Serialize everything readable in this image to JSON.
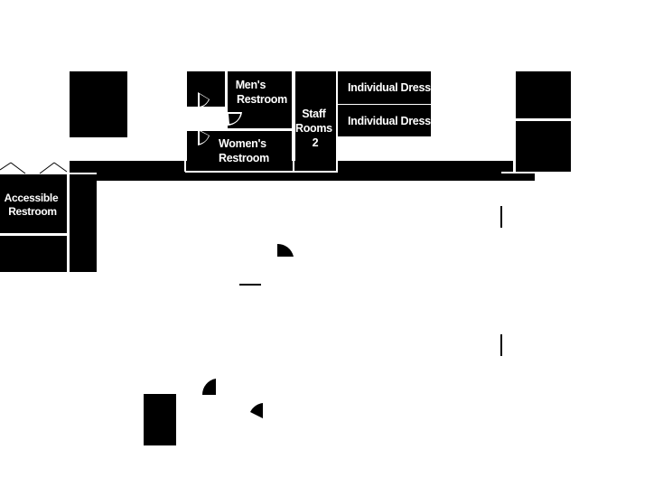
{
  "map": {
    "colors": {
      "background": "#ffffff",
      "room_fill": "#000000",
      "wall": "#ffffff",
      "label": "#ffffff"
    },
    "rooms": {
      "mens_restroom": [
        "Men's",
        "Restroom"
      ],
      "womens_restroom": [
        "Women's",
        "Restroom"
      ],
      "staff_rooms": [
        "Staff",
        "Rooms",
        "2"
      ],
      "dressing_1": "Individual Dressing",
      "dressing_2": "Individual Dressing",
      "accessible_restroom": [
        "Accessible",
        "Restroom"
      ]
    }
  }
}
